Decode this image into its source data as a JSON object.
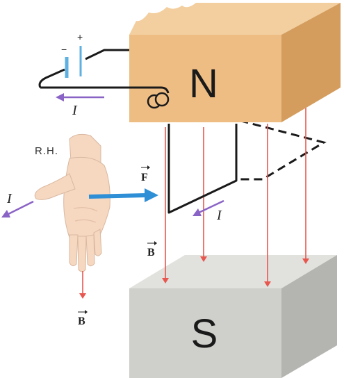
{
  "labels": {
    "north_pole": "N",
    "south_pole": "S",
    "right_hand": "R.H.",
    "current_symbol": "I",
    "force_symbol": "F",
    "field_symbol": "B",
    "battery_positive": "+",
    "battery_negative": "−"
  },
  "colors": {
    "magnet_north_front": "#eebd84",
    "magnet_north_top": "#f3cf9f",
    "magnet_north_side": "#d49d5e",
    "magnet_south_front": "#cfcfcb",
    "magnet_south_top": "#e1e1dd",
    "magnet_south_side": "#b4b4b0",
    "field_lines": "#e8574f",
    "current_arrows": "#8a63c6",
    "force_arrow": "#2f8fd6",
    "battery": "#5fb0e0",
    "wire": "#1a1a1a",
    "skin": "#f6d7c0"
  },
  "icons": {
    "hand": "right-hand-icon",
    "battery": "battery-icon"
  }
}
